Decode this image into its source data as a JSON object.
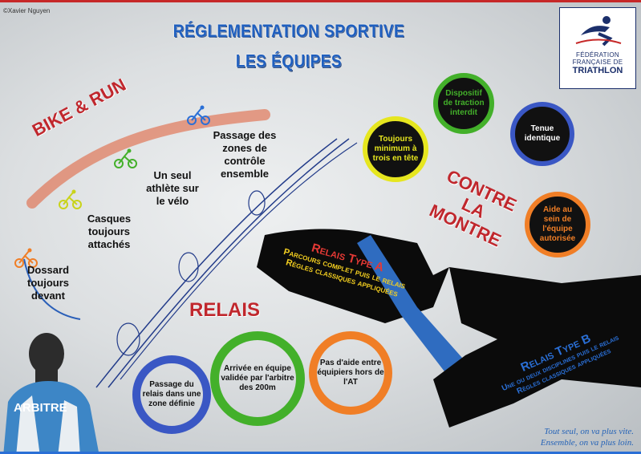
{
  "credit": "©Xavier Nguyen",
  "title": {
    "line1": "RÉGLEMENTATION SPORTIVE",
    "line2": "LES ÉQUIPES"
  },
  "logo": {
    "line1": "FÉDÉRATION",
    "line2": "FRANÇAISE DE",
    "line3": "TRIATHLON"
  },
  "bike_run": {
    "heading": "BIKE & RUN",
    "rules": [
      "Passage des zones de contrôle ensemble",
      "Un seul athlète sur le vélo",
      "Casques toujours attachés",
      "Dossard toujours devant"
    ]
  },
  "contre_la_montre": {
    "heading_line1": "CONTRE",
    "heading_line2": "LA",
    "heading_line3": "MONTRE",
    "rules": [
      "Toujours minimum à trois en tête",
      "Dispositif de traction interdit",
      "Tenue identique",
      "Aide au sein de l'équipe autorisée"
    ]
  },
  "relais": {
    "heading": "RELAIS",
    "type_a": {
      "title": "Relais Type A",
      "line1": "Parcours complet puis le relais",
      "line2": "Règles classiques appliquées"
    },
    "type_b": {
      "title": "Relais Type B",
      "line1": "Une ou deux disciplines puis le relais",
      "line2": "Règles classiques appliquées"
    },
    "rules": [
      "Passage du relais dans une zone définie",
      "Arrivée en équipe validée par l'arbitre des 200m",
      "Pas d'aide entre équipiers hors de l'AT"
    ]
  },
  "arbitre": "ARBITRE",
  "slogan": {
    "line1": "Tout seul, on va plus vite.",
    "line2": "Ensemble, on va plus loin."
  },
  "colors": {
    "title_blue": "#1f5fbf",
    "heading_red": "#c0272d",
    "yellow": "#e6e61f",
    "green": "#43b02a",
    "blue": "#3a57c4",
    "orange": "#f07e26"
  }
}
